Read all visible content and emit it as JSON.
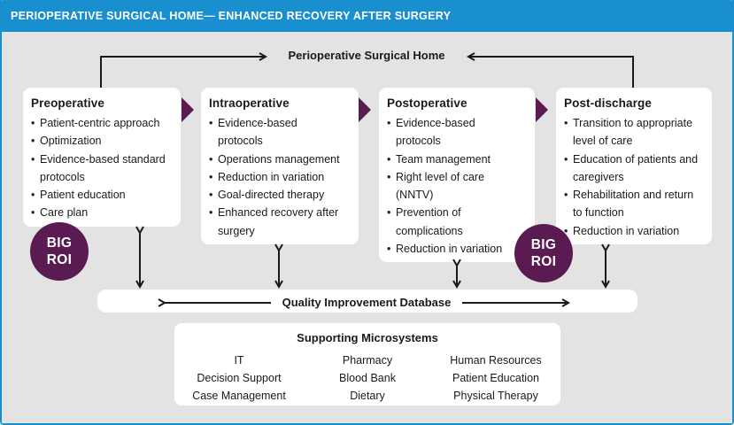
{
  "header": {
    "title": "PERIOPERATIVE SURGICAL HOME— ENHANCED RECOVERY AFTER SURGERY"
  },
  "top_label": "Perioperative Surgical Home",
  "stages": [
    {
      "title": "Preoperative",
      "items": [
        "Patient-centric approach",
        "Optimization",
        "Evidence-based standard",
        "protocols",
        "Patient education",
        "Care plan"
      ],
      "bullets": [
        true,
        true,
        true,
        false,
        true,
        true
      ]
    },
    {
      "title": "Intraoperative",
      "items": [
        "Evidence-based",
        "protocols",
        "Operations management",
        "Reduction in variation",
        "Goal-directed therapy",
        "Enhanced recovery after",
        "surgery"
      ],
      "bullets": [
        true,
        false,
        true,
        true,
        true,
        true,
        false
      ]
    },
    {
      "title": "Postoperative",
      "items": [
        "Evidence-based",
        "protocols",
        "Team management",
        "Right level of care",
        "(NNTV)",
        "Prevention of",
        "complications",
        "Reduction in variation"
      ],
      "bullets": [
        true,
        false,
        true,
        true,
        false,
        true,
        false,
        true
      ]
    },
    {
      "title": "Post-discharge",
      "items": [
        "Transition to appropriate",
        "level of care",
        "Education of patients and",
        "caregivers",
        "Rehabilitation and return",
        "to function",
        "Reduction in variation"
      ],
      "bullets": [
        true,
        false,
        true,
        false,
        true,
        false,
        true
      ]
    }
  ],
  "badges": [
    {
      "line1": "BIG",
      "line2": "ROI"
    },
    {
      "line1": "BIG",
      "line2": "ROI"
    }
  ],
  "database_label": "Quality Improvement Database",
  "microsystems": {
    "title": "Supporting Microsystems",
    "columns": [
      [
        "IT",
        "Decision Support",
        "Case Management"
      ],
      [
        "Pharmacy",
        "Blood Bank",
        "Dietary"
      ],
      [
        "Human Resources",
        "Patient Education",
        "Physical Therapy"
      ]
    ]
  },
  "colors": {
    "banner": "#1a8fd0",
    "panel": "#e3e3e3",
    "badge": "#5a1a52",
    "chevron": "#5a1a52",
    "arrow": "#1a1a1a"
  }
}
